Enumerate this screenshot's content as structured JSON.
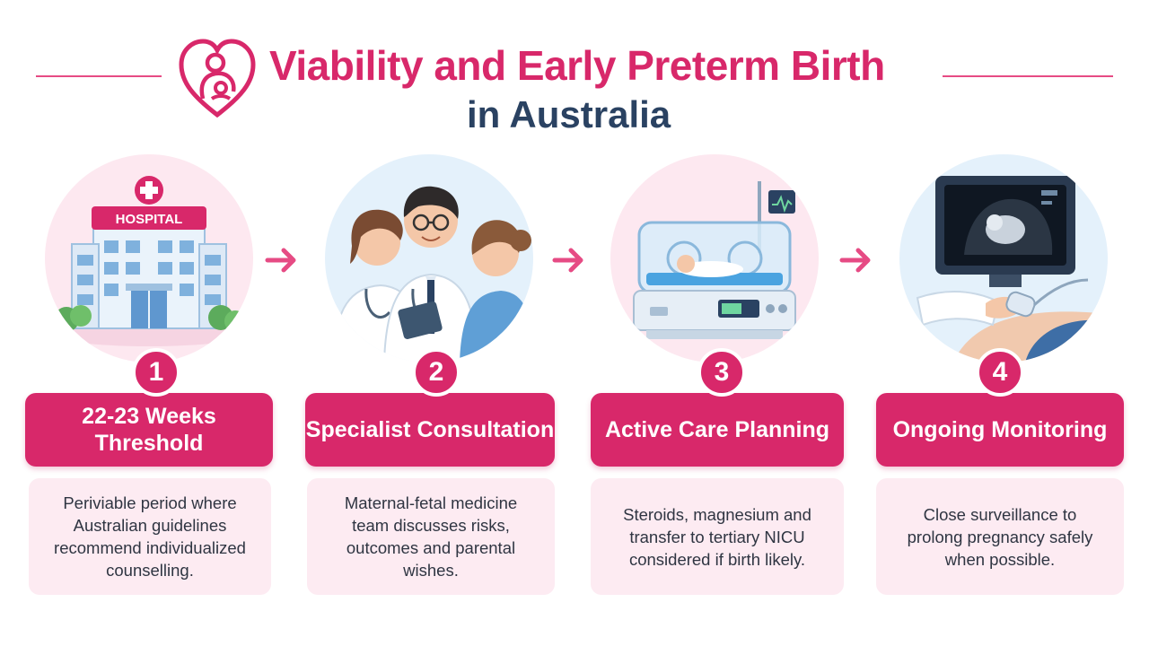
{
  "header": {
    "title_line1": "Viability and Early Preterm Birth",
    "title_line2": "in Australia",
    "logo_icon": "heart-mother-baby-icon"
  },
  "colors": {
    "accent": "#d8286a",
    "title_dark": "#2a4262",
    "panel_pink": "#fdebf2",
    "circle_pink": "#fde8f0",
    "circle_blue": "#e4f1fb"
  },
  "steps": [
    {
      "number": "1",
      "icon": "hospital-building-icon",
      "sign": "HOSPITAL",
      "title": "22-23 Weeks Threshold",
      "description": "Periviable period where Australian guidelines recommend individualized counselling."
    },
    {
      "number": "2",
      "icon": "doctor-consultation-icon",
      "title": "Specialist Consultation",
      "description": "Maternal-fetal medicine team discusses risks, outcomes and parental wishes."
    },
    {
      "number": "3",
      "icon": "neonatal-incubator-icon",
      "title": "Active Care Planning",
      "description": "Steroids, magnesium and transfer to tertiary NICU considered if birth likely."
    },
    {
      "number": "4",
      "icon": "ultrasound-monitor-icon",
      "title": "Ongoing Monitoring",
      "description": "Close surveillance to prolong pregnancy safely when possible."
    }
  ]
}
